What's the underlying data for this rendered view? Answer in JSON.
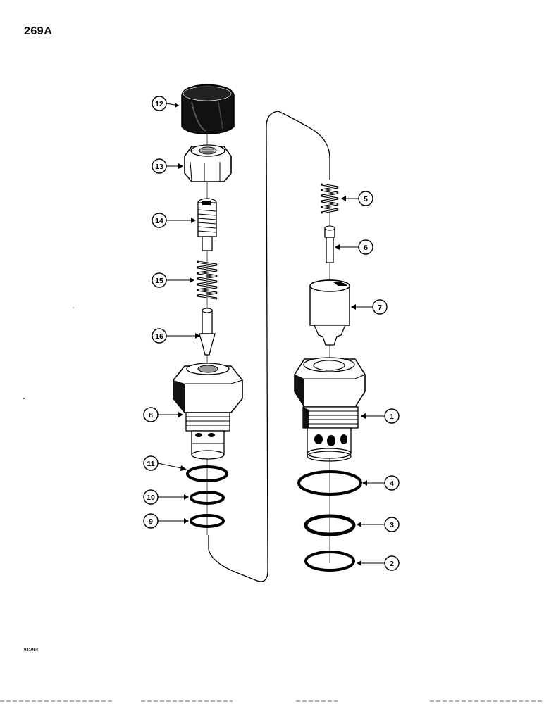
{
  "page": {
    "page_number": "269A",
    "figure_code": "941984"
  },
  "callouts": [
    {
      "id": "c1",
      "label": "1"
    },
    {
      "id": "c2",
      "label": "2"
    },
    {
      "id": "c3",
      "label": "3"
    },
    {
      "id": "c4",
      "label": "4"
    },
    {
      "id": "c5",
      "label": "5"
    },
    {
      "id": "c6",
      "label": "6"
    },
    {
      "id": "c7",
      "label": "7"
    },
    {
      "id": "c8",
      "label": "8"
    },
    {
      "id": "c9",
      "label": "9"
    },
    {
      "id": "c10",
      "label": "10"
    },
    {
      "id": "c11",
      "label": "11"
    },
    {
      "id": "c12",
      "label": "12"
    },
    {
      "id": "c13",
      "label": "13"
    },
    {
      "id": "c14",
      "label": "14"
    },
    {
      "id": "c15",
      "label": "15"
    },
    {
      "id": "c16",
      "label": "16"
    }
  ]
}
